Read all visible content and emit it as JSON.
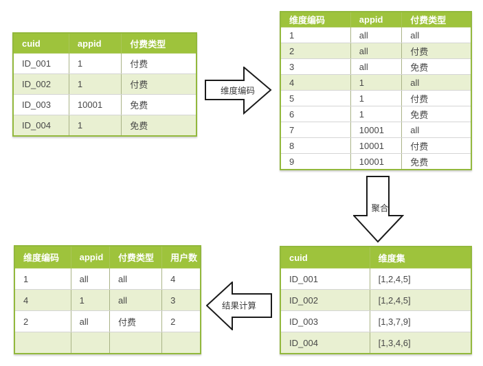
{
  "colors": {
    "header_bg": "#9ec33c",
    "header_text": "#ffffff",
    "header_sep": "#aac659",
    "border_green": "#92b83c",
    "row_bg": "#ffffff",
    "row_alt_bg": "#e9f0d2",
    "v_border": "#a8b285",
    "h_border": "#d4d4d4"
  },
  "tables": {
    "source": {
      "headers": [
        "cuid",
        "appid",
        "付费类型"
      ],
      "rows": [
        [
          "ID_001",
          "1",
          "付费"
        ],
        [
          "ID_002",
          "1",
          "付费"
        ],
        [
          "ID_003",
          "10001",
          "免费"
        ],
        [
          "ID_004",
          "1",
          "免费"
        ]
      ],
      "alt_rows": [
        1,
        3
      ]
    },
    "encoded": {
      "headers": [
        "维度编码",
        "appid",
        "付费类型"
      ],
      "rows": [
        [
          "1",
          "all",
          "all"
        ],
        [
          "2",
          "all",
          "付费"
        ],
        [
          "3",
          "all",
          "免费"
        ],
        [
          "4",
          "1",
          "all"
        ],
        [
          "5",
          "1",
          "付费"
        ],
        [
          "6",
          "1",
          "免费"
        ],
        [
          "7",
          "10001",
          "all"
        ],
        [
          "8",
          "10001",
          "付费"
        ],
        [
          "9",
          "10001",
          "免费"
        ]
      ],
      "alt_rows": [
        1,
        3
      ]
    },
    "aggregated": {
      "headers": [
        "cuid",
        "维度集"
      ],
      "rows": [
        [
          "ID_001",
          "[1,2,4,5]"
        ],
        [
          "ID_002",
          "[1,2,4,5]"
        ],
        [
          "ID_003",
          "[1,3,7,9]"
        ],
        [
          "ID_004",
          "[1,3,4,6]"
        ]
      ],
      "alt_rows": [
        1,
        3
      ]
    },
    "result": {
      "headers": [
        "维度编码",
        "appid",
        "付费类型",
        "用户数"
      ],
      "rows": [
        [
          "1",
          "all",
          "all",
          "4"
        ],
        [
          "4",
          "1",
          "all",
          "3"
        ],
        [
          "2",
          "all",
          "付费",
          "2"
        ],
        [
          "",
          "",
          "",
          ""
        ]
      ],
      "alt_rows": [
        1,
        3
      ]
    }
  },
  "arrows": {
    "encode_label": "维度编码",
    "aggregate_label": "聚合",
    "compute_label": "结果计算"
  }
}
